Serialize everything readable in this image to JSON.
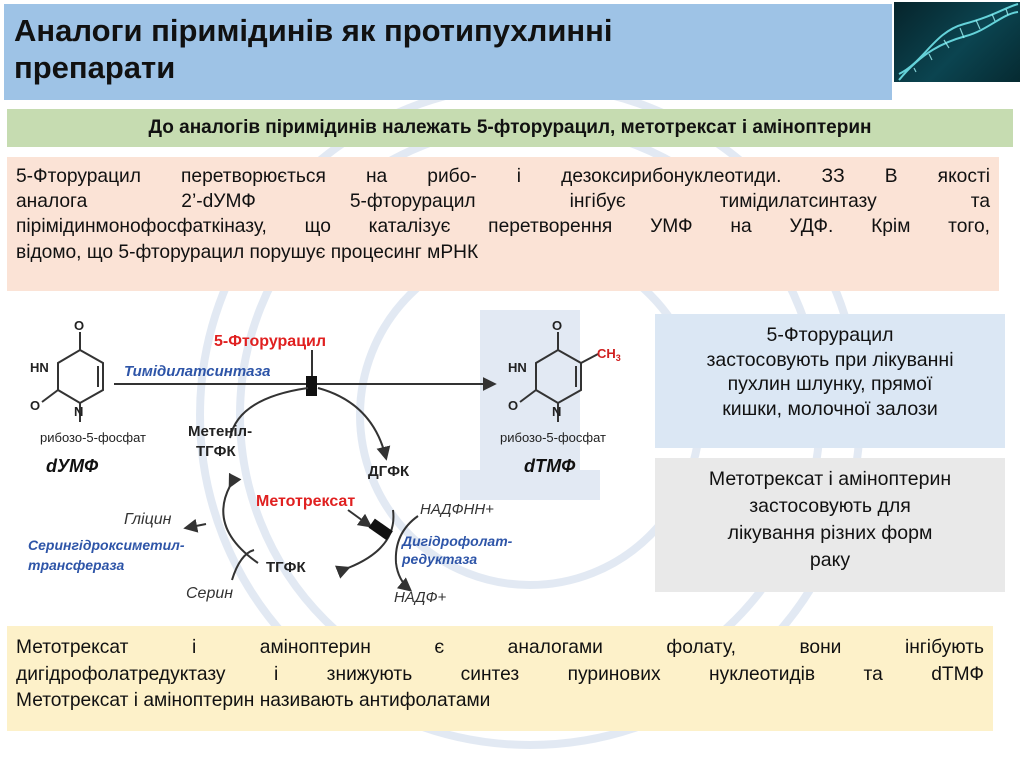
{
  "header": {
    "title_line1": "Аналоги піримідинів як протипухлинні",
    "title_line2": "препарати"
  },
  "subtitle": "До аналогів піримідинів належать 5-фторурацил, метотрексат і аміноптерин",
  "description": {
    "lines": [
      "5-Фторурацил перетворюється на рибо- і дезоксирибонуклеотиди. ЗЗ В якості",
      "аналога 2’-dУМФ 5-фторурацил інгібує тимідилатсинтазу та",
      "пірімідинмонофосфаткіназу, що каталізує перетворення УМФ на УДФ. Крім того,",
      "відомо, що 5-фторурацил порушує процесинг мРНК"
    ]
  },
  "diagram": {
    "left_molecule": {
      "atom_o_top": "O",
      "atom_hn": "HN",
      "atom_n": "N",
      "atom_o_left": "O",
      "substituent": "рибозо-5-фосфат",
      "name": "dУМФ"
    },
    "right_molecule": {
      "atom_o_top": "O",
      "atom_hn": "HN",
      "atom_n": "N",
      "atom_o_left": "O",
      "methyl": "CH",
      "methyl_sub": "3",
      "substituent": "рибозо-5-фосфат",
      "name": "dТМФ"
    },
    "inhibitor_top": "5-Фторурацил",
    "enzyme_top": "Тимідилатсинтаза",
    "methenyl_line1": "Метеніл-",
    "methenyl_line2": "ТГФК",
    "dhfk": "ДГФК",
    "methotrexate": "Метотрексат",
    "nadph": "НАДФНН+",
    "dhfr_line1": "Дигідрофолат-",
    "dhfr_line2": "редуктаза",
    "nadp": "НАДФ+",
    "glycine": "Гліцин",
    "shmt_line1": "Серингідроксиметил-",
    "shmt_line2": "трансфераза",
    "thfk": "ТГФК",
    "serine": "Серин"
  },
  "box_blue": {
    "lines": [
      "5-Фторурацил",
      "застосовують при лікуванні",
      "пухлин шлунку, прямої",
      "кишки, молочної залози"
    ]
  },
  "box_gray": {
    "lines": [
      "Метотрексат і аміноптерин",
      "застосовують для",
      "лікування різних форм",
      "раку"
    ]
  },
  "bottom": {
    "lines": [
      "Метотрексат і аміноптерин є аналогами фолату, вони інгібують",
      "дигідрофолатредуктазу і знижують синтез пуринових нуклеотидів та dТМФ",
      "Метотрексат і аміноптерин називають антифолатами"
    ]
  },
  "colors": {
    "title_bar": "#9ec3e6",
    "subtitle_bg": "#c6dcb1",
    "desc_bg": "#fbe3d6",
    "box_blue_bg": "#dbe7f4",
    "box_gray_bg": "#e9e9e9",
    "bottom_bg": "#fdf1c9",
    "inhibitor_red": "#e02020",
    "enzyme_blue": "#2e55a8"
  },
  "icons": [
    "dna-image",
    "university-seal-watermark"
  ]
}
